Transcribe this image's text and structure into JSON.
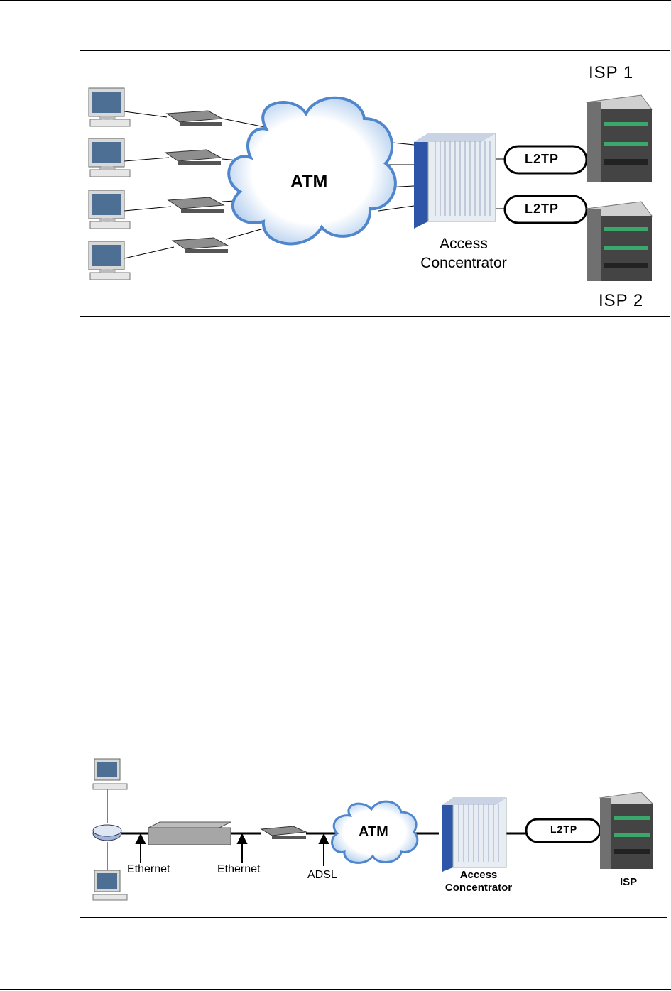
{
  "figure1": {
    "isp1_label": "ISP 1",
    "isp2_label": "ISP 2",
    "cloud_label": "ATM",
    "tunnel1_label": "L2TP",
    "tunnel2_label": "L2TP",
    "concentrator_line1": "Access",
    "concentrator_line2": "Concentrator"
  },
  "figure2": {
    "cloud_label": "ATM",
    "tunnel_label": "L2TP",
    "ethernet1_label": "Ethernet",
    "ethernet2_label": "Ethernet",
    "adsl_label": "ADSL",
    "concentrator_line1": "Access",
    "concentrator_line2": "Concentrator",
    "isp_label": "ISP"
  },
  "colors": {
    "cloud_fill": "#ffffff",
    "cloud_edge": "#5b8fd0",
    "concentrator_blue": "#3b63b5",
    "server_dark": "#3c3c3c",
    "server_green": "#39a86a"
  }
}
